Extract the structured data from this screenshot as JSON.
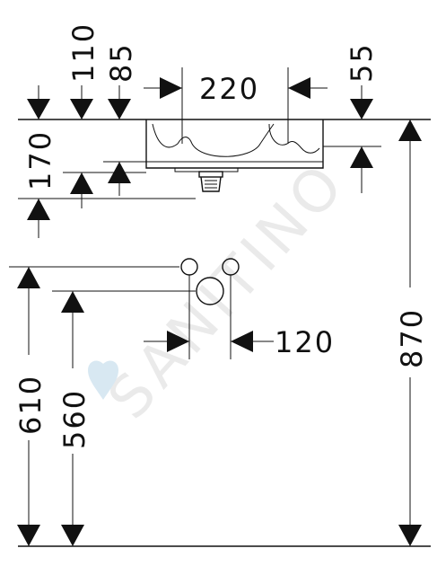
{
  "watermark": "SANITINO",
  "colors": {
    "ink": "#111111",
    "watermark": "#e6e6e6",
    "accent_drop": "#cfe3ef"
  },
  "dimensions": {
    "d110": "110",
    "d85": "85",
    "d220": "220",
    "d55": "55",
    "d170": "170",
    "d120": "120",
    "d870": "870",
    "d610": "610",
    "d560": "560"
  }
}
